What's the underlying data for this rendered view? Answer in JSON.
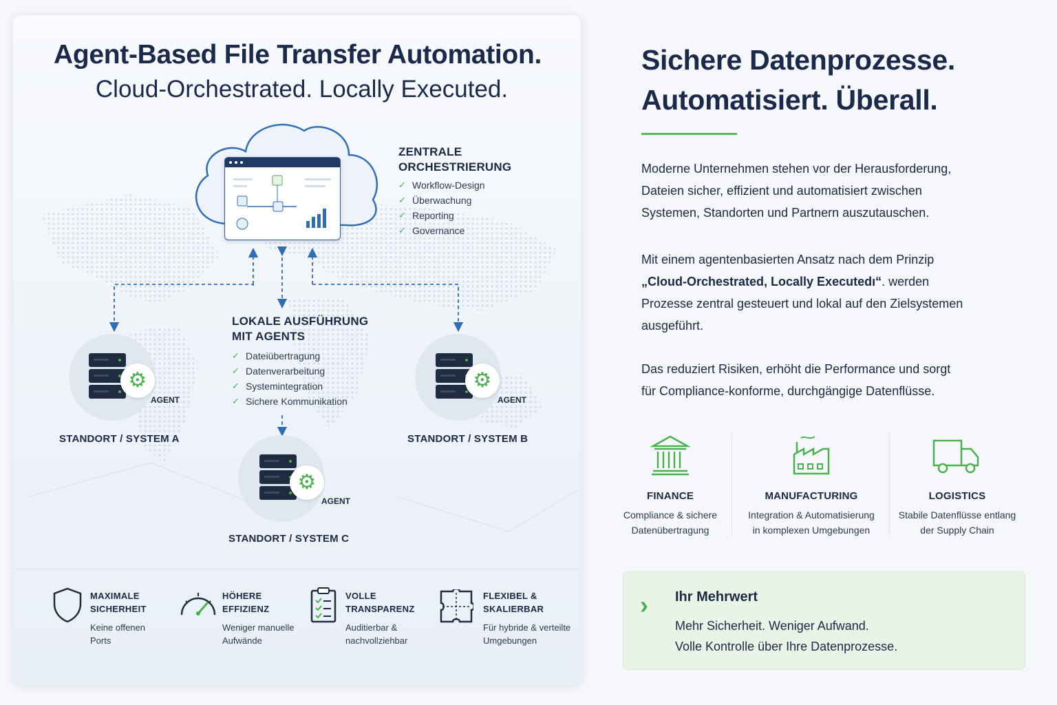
{
  "left": {
    "title": "Agent-Based File Transfer Automation.",
    "subtitle": "Cloud-Orchestrated. Locally Executed.",
    "central": {
      "title_l1": "ZENTRALE",
      "title_l2": "ORCHESTRIERUNG",
      "items": [
        "Workflow-Design",
        "Überwachung",
        "Reporting",
        "Governance"
      ]
    },
    "local": {
      "title_l1": "LOKALE AUSFÜHRUNG",
      "title_l2": "MIT AGENTS",
      "items": [
        "Dateiübertragung",
        "Datenverarbeitung",
        "Systemintegration",
        "Sichere Kommunikation"
      ]
    },
    "nodes": [
      {
        "agent_label": "AGENT",
        "site_label": "STANDORT / SYSTEM A"
      },
      {
        "agent_label": "AGENT",
        "site_label": "STANDORT / SYSTEM B"
      },
      {
        "agent_label": "AGENT",
        "site_label": "STANDORT / SYSTEM C"
      }
    ],
    "features": [
      {
        "icon": "shield-icon",
        "title_l1": "MAXIMALE",
        "title_l2": "SICHERHEIT",
        "desc_l1": "Keine offenen",
        "desc_l2": "Ports"
      },
      {
        "icon": "gauge-icon",
        "title_l1": "HÖHERE",
        "title_l2": "EFFIZIENZ",
        "desc_l1": "Weniger manuelle",
        "desc_l2": "Aufwände"
      },
      {
        "icon": "clipboard-check-icon",
        "title_l1": "VOLLE",
        "title_l2": "TRANSPARENZ",
        "desc_l1": "Auditierbar &",
        "desc_l2": "nachvollziehbar"
      },
      {
        "icon": "puzzle-icon",
        "title_l1": "FLEXIBEL &",
        "title_l2": "SKALIERBAR",
        "desc_l1": "Für hybride & verteilte",
        "desc_l2": "Umgebungen"
      }
    ]
  },
  "right": {
    "headline_l1": "Sichere Datenprozesse.",
    "headline_l2": "Automatisiert. Überall.",
    "para1": [
      "Moderne Unternehmen stehen vor der Herausforderung,",
      "Dateien sicher, effizient und automatisiert zwischen",
      "Systemen, Standorten und Partnern auszutauschen."
    ],
    "para2_l1": "Mit einem agentenbasierten Ansatz nach dem Prinzip",
    "para2_bold": "„Cloud-Orchestrated, Locally Executedı“",
    "para2_after": ". werden",
    "para2_l3": "Prozesse zentral gesteuert und lokal auf den Zielsystemen",
    "para2_l4": "ausgeführt.",
    "para3": [
      "Das reduziert Risiken, erhöht die Performance und sorgt",
      "für Compliance-konforme, durchgängige Datenflüsse."
    ],
    "industries": [
      {
        "icon": "bank-icon",
        "title": "FINANCE",
        "desc_l1": "Compliance & sichere",
        "desc_l2": "Datenübertragung"
      },
      {
        "icon": "factory-icon",
        "title": "MANUFACTURING",
        "desc_l1": "Integration & Automatisierung",
        "desc_l2": "in komplexen Umgebungen"
      },
      {
        "icon": "truck-icon",
        "title": "LOGISTICS",
        "desc_l1": "Stabile Datenflüsse entlang",
        "desc_l2": "der Supply Chain"
      }
    ],
    "value": {
      "title": "Ihr Mehrwert",
      "line1": "Mehr Sicherheit. Weniger Aufwand.",
      "line2": "Volle Kontrolle über Ihre Datenprozesse."
    }
  },
  "colors": {
    "navy": "#1b2a4a",
    "green": "#4caf50",
    "blue": "#2f6db5"
  }
}
